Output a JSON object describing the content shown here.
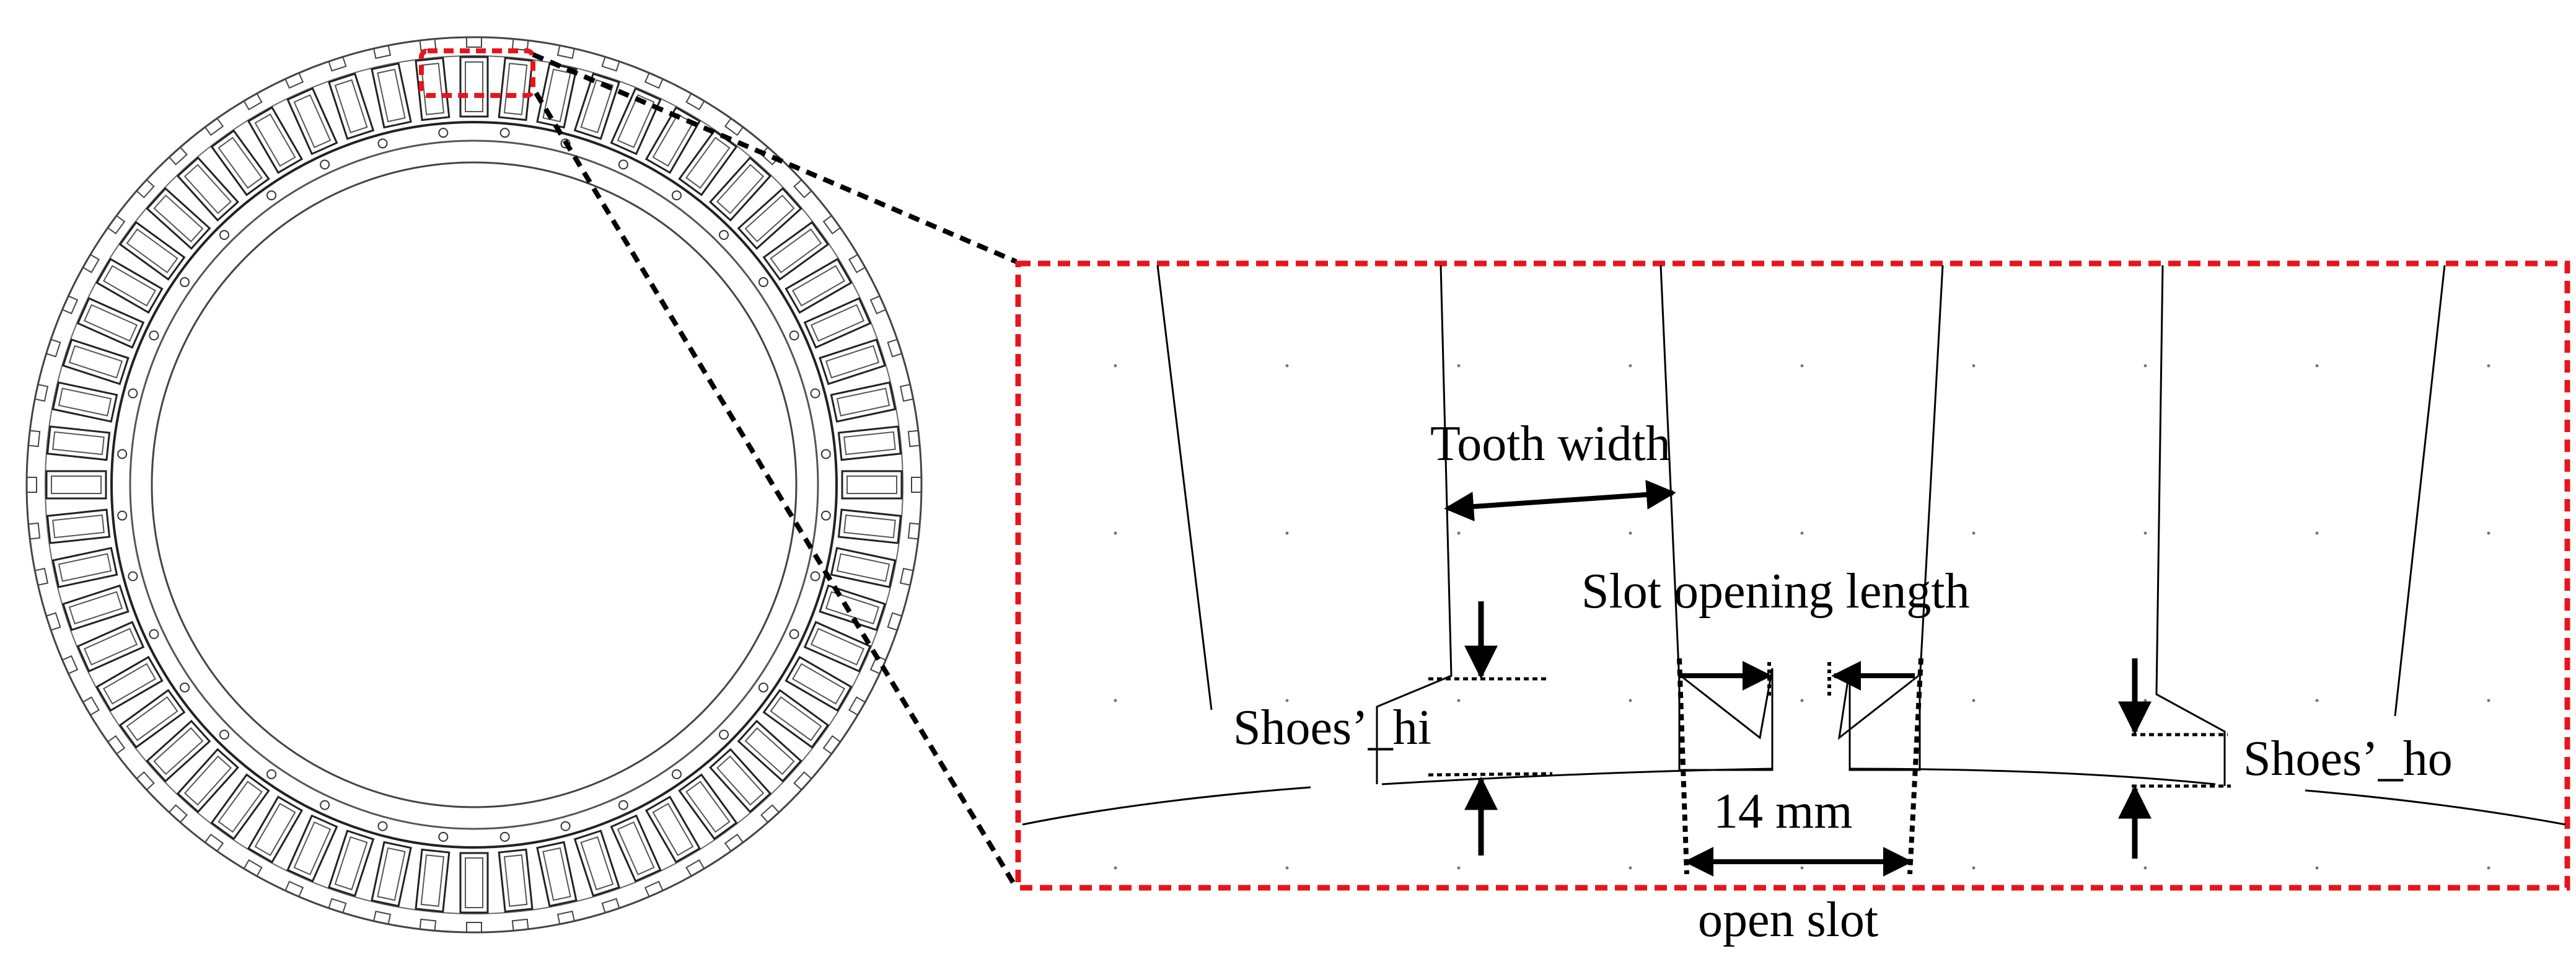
{
  "figure": {
    "labels": {
      "tooth_width": "Tooth width",
      "slot_opening_length": "Slot opening length",
      "shoes_hi": "Shoes’_hi",
      "shoes_ho": "Shoes’_ho",
      "dimension": "14 mm",
      "caption": "open slot"
    },
    "stator": {
      "slot_count": 60
    },
    "colors": {
      "highlight": "#e8141c",
      "line": "#000000",
      "background": "#ffffff"
    }
  }
}
